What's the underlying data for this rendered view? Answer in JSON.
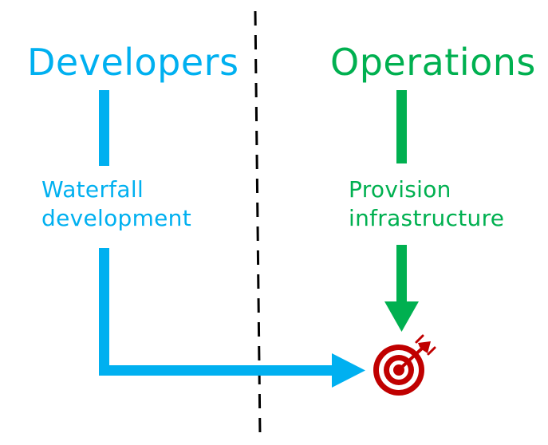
{
  "colors": {
    "developers": "#00b0f0",
    "operations": "#00b050",
    "target": "#c00000",
    "divider": "#000000",
    "background": "#ffffff"
  },
  "developers": {
    "heading": "Developers",
    "step_line1": "Waterfall",
    "step_line2": "development"
  },
  "operations": {
    "heading": "Operations",
    "step_line1": "Provision",
    "step_line2": "infrastructure"
  },
  "icons": {
    "target": "target-icon"
  }
}
